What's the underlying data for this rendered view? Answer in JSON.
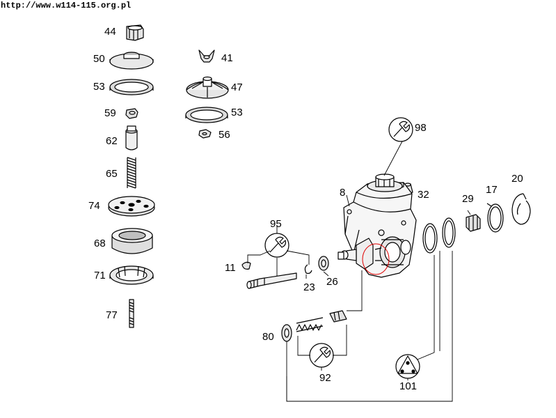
{
  "header": {
    "url": "http://www.w114-115.org.pl"
  },
  "parts": [
    {
      "id": "p44",
      "label": "44"
    },
    {
      "id": "p50",
      "label": "50"
    },
    {
      "id": "p53a",
      "label": "53"
    },
    {
      "id": "p59",
      "label": "59"
    },
    {
      "id": "p62",
      "label": "62"
    },
    {
      "id": "p65",
      "label": "65"
    },
    {
      "id": "p74",
      "label": "74"
    },
    {
      "id": "p68",
      "label": "68"
    },
    {
      "id": "p71",
      "label": "71"
    },
    {
      "id": "p77",
      "label": "77"
    },
    {
      "id": "p41",
      "label": "41"
    },
    {
      "id": "p47",
      "label": "47"
    },
    {
      "id": "p53b",
      "label": "53"
    },
    {
      "id": "p56",
      "label": "56"
    },
    {
      "id": "p98",
      "label": "98"
    },
    {
      "id": "p8",
      "label": "8"
    },
    {
      "id": "p32",
      "label": "32"
    },
    {
      "id": "p29",
      "label": "29"
    },
    {
      "id": "p17",
      "label": "17"
    },
    {
      "id": "p20",
      "label": "20"
    },
    {
      "id": "p95",
      "label": "95"
    },
    {
      "id": "p11",
      "label": "11"
    },
    {
      "id": "p23",
      "label": "23"
    },
    {
      "id": "p26",
      "label": "26"
    },
    {
      "id": "p80",
      "label": "80"
    },
    {
      "id": "p92",
      "label": "92"
    },
    {
      "id": "p101",
      "label": "101"
    }
  ],
  "colors": {
    "line": "#000000",
    "fill": "#ffffff",
    "shade": "#d8d8d8",
    "highlight": "#e00000"
  }
}
